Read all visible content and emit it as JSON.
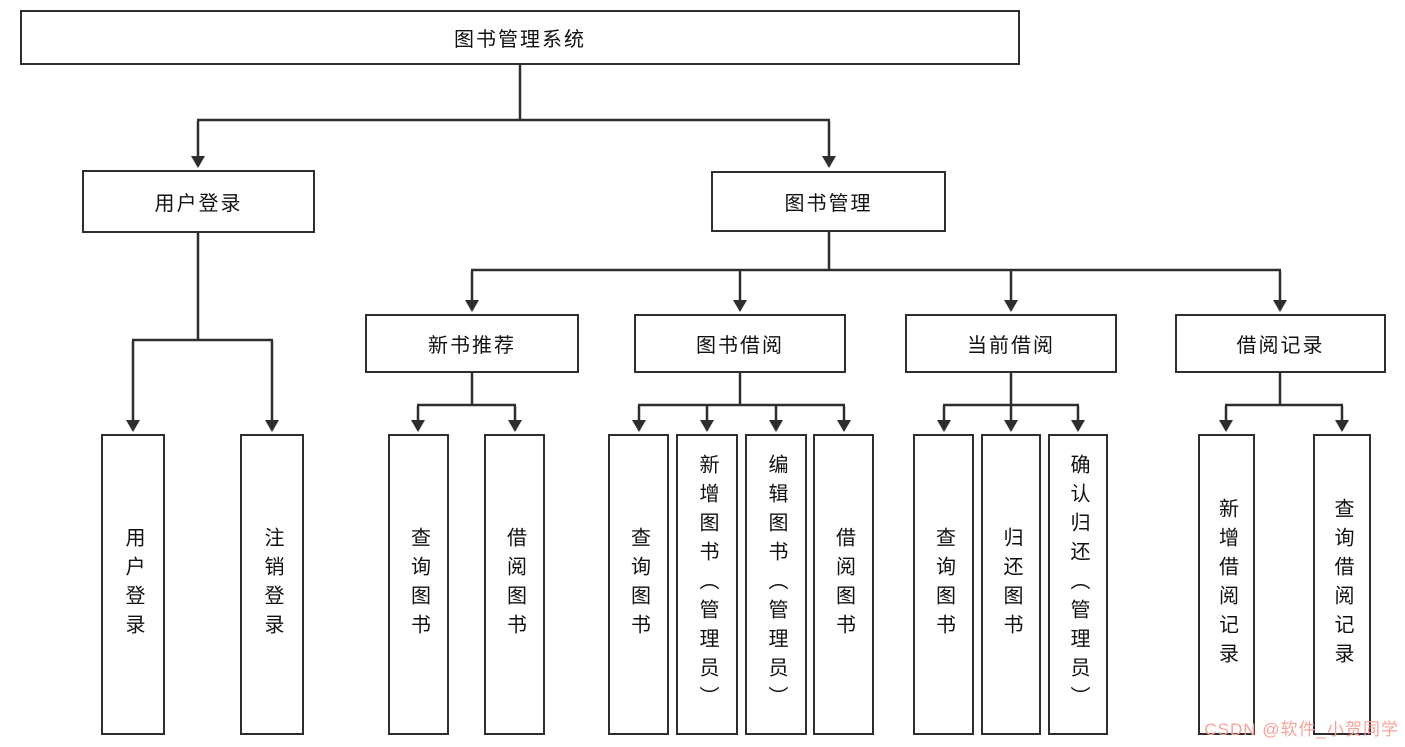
{
  "diagram": {
    "title": "图书管理系统",
    "branches": {
      "user_login": "用户登录",
      "book_management": "图书管理"
    },
    "modules": {
      "new_book_recommend": "新书推荐",
      "book_borrow": "图书借阅",
      "current_borrow": "当前借阅",
      "borrow_record": "借阅记录"
    },
    "leaves": {
      "user_login": "用户登录",
      "logout": "注销登录",
      "recommend_query_book": "查询图书",
      "recommend_borrow_book": "借阅图书",
      "borrow_query_book": "查询图书",
      "borrow_add_book": "新增图书（管理员）",
      "borrow_edit_book": "编辑图书（管理员）",
      "borrow_borrow_book": "借阅图书",
      "current_query_book": "查询图书",
      "current_return_book": "归还图书",
      "current_confirm_return": "确认归还（管理员）",
      "record_add_record": "新增借阅记录",
      "record_query_record": "查询借阅记录"
    }
  },
  "watermark": "CSDN @软件_小贺同学",
  "colors": {
    "line": "#2e2e2e",
    "watermark": "#f9a29a"
  }
}
